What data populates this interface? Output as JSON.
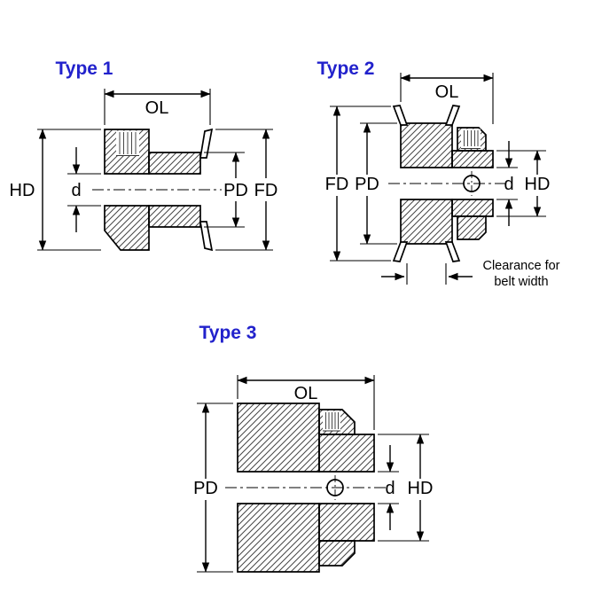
{
  "colors": {
    "title_blue": "#2222cc",
    "line": "#000000"
  },
  "diagrams": {
    "type1": {
      "title": "Type 1",
      "labels": {
        "ol": "OL",
        "hd": "HD",
        "d": "d",
        "pd": "PD",
        "fd": "FD"
      }
    },
    "type2": {
      "title": "Type 2",
      "labels": {
        "ol": "OL",
        "fd": "FD",
        "pd": "PD",
        "d": "d",
        "hd": "HD"
      },
      "note": {
        "line1": "Clearance for",
        "line2": "belt width"
      }
    },
    "type3": {
      "title": "Type 3",
      "labels": {
        "ol": "OL",
        "pd": "PD",
        "d": "d",
        "hd": "HD"
      }
    }
  }
}
